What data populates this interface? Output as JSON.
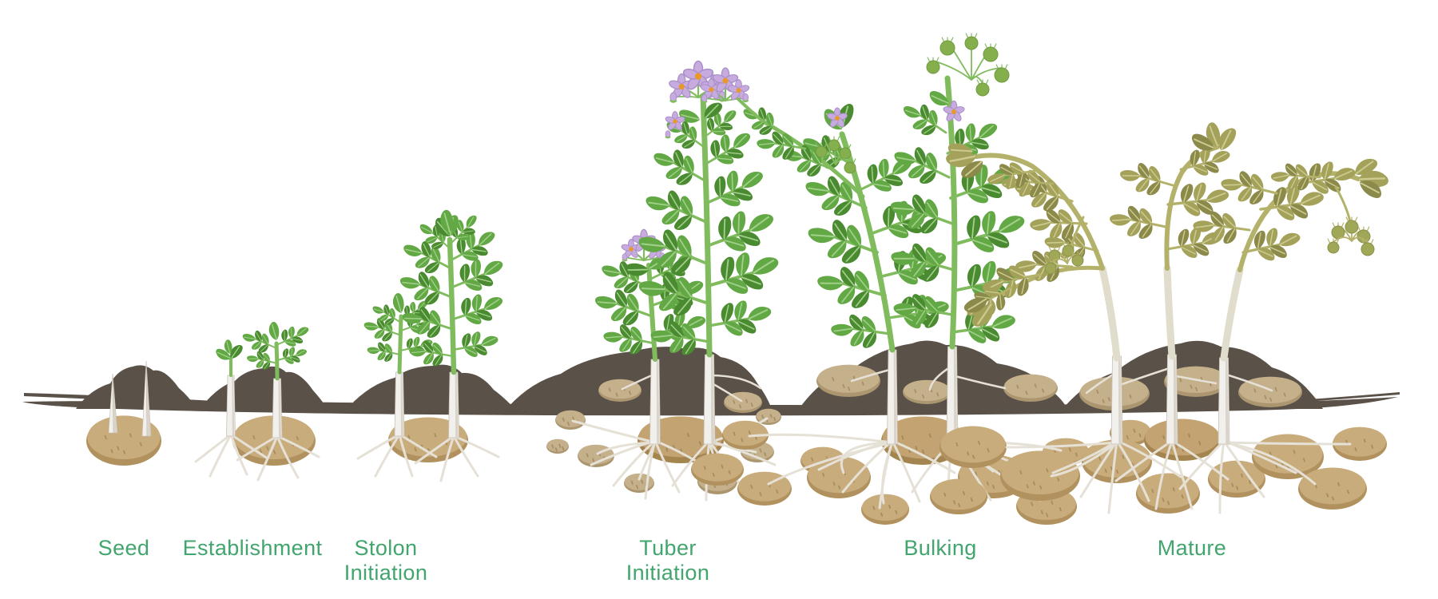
{
  "stages": [
    {
      "id": "seed",
      "label": "Seed"
    },
    {
      "id": "establishment",
      "label": "Establishment"
    },
    {
      "id": "stolon-initiation",
      "label": "Stolon Initiation"
    },
    {
      "id": "tuber-initiation",
      "label": "Tuber Initiation"
    },
    {
      "id": "bulking",
      "label": "Bulking"
    },
    {
      "id": "mature",
      "label": "Mature"
    }
  ],
  "colors": {
    "background": "#ffffff",
    "label": "#41a56d",
    "soil": "#5a5148",
    "potato_fill": "#c9ac7c",
    "potato_shadow": "#b1925f",
    "potato_speckle": "#8f7347",
    "tuber_light_fill": "#c5b08c",
    "tuber_light_shadow": "#ab9670",
    "seed_potato_fill": "#c2a371",
    "seed_potato_shadow": "#a5854f",
    "leaf_green": "#62a844",
    "leaf_green_dark": "#4a8a30",
    "leaf_vein": "#a0d088",
    "stem_green": "#80bc5e",
    "leaf_olive": "#a4a25a",
    "leaf_olive_dark": "#8c8a4a",
    "leaf_olive_vein": "#cccb90",
    "stem_olive": "#b4b26a",
    "stem_pale": "#e0ddcd",
    "sprout_white": "#f2f0ec",
    "sprout_shade": "#d9d3c9",
    "root_white": "#e6e1d6",
    "flower_petal": "#c7abde",
    "flower_petal_deep": "#a98fc9",
    "flower_center": "#e8992c",
    "berry_green": "#85ae4d",
    "berry_green_edge": "#6f9a3f",
    "berry_olive": "#a0a858",
    "berry_olive_edge": "#8a9148"
  }
}
